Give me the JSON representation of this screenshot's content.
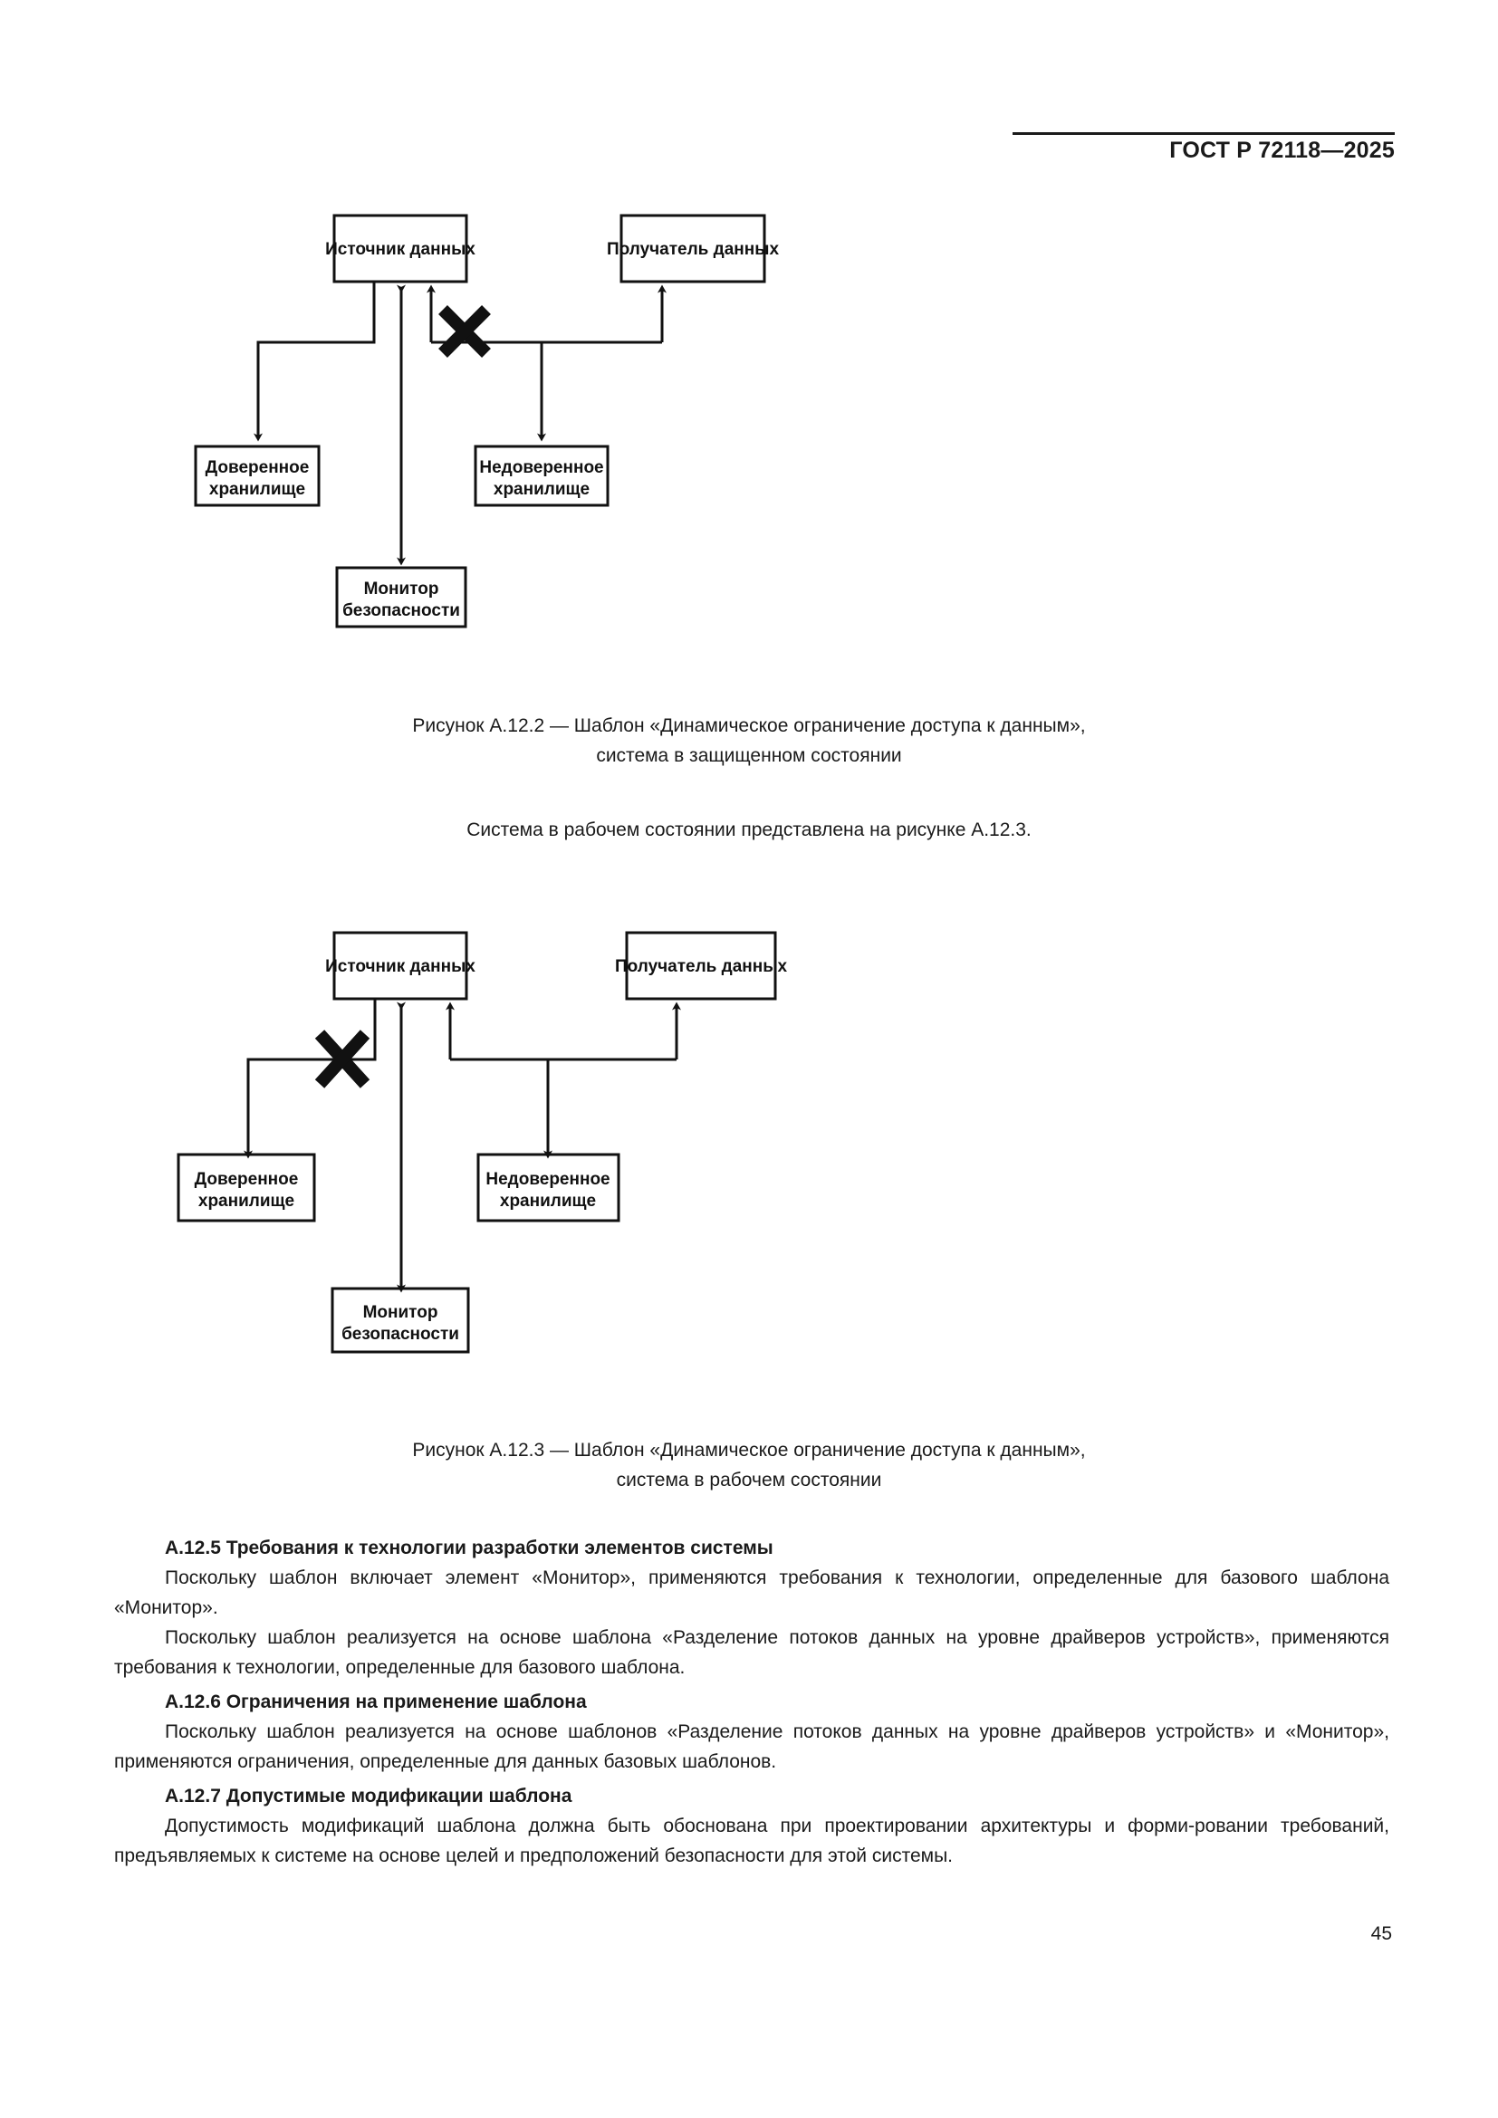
{
  "document": {
    "standard_header": "ГОСТ Р 72118—2025",
    "page_number": "45"
  },
  "figure_1": {
    "id": "A.12.2",
    "caption_line_1": "Рисунок А.12.2 — Шаблон «Динамическое ограничение доступа к данным»,",
    "caption_line_2": "система в защищенном состоянии",
    "nodes": {
      "source": "Источник  данных",
      "receiver": "Получатель данных",
      "trusted_storage_line_1": "Доверенное",
      "trusted_storage_line_2": "хранилище",
      "untrusted_storage_line_1": "Недоверенное",
      "untrusted_storage_line_2": "хранилище",
      "monitor_line_1": "Монитор",
      "monitor_line_2": "безопасности"
    },
    "blocked_edge": "source-from-receiver-right"
  },
  "interstitial_note": "Система в рабочем состоянии представлена на рисунке А.12.3.",
  "figure_2": {
    "id": "A.12.3",
    "caption_line_1": "Рисунок А.12.3 — Шаблон «Динамическое ограничение доступа к данным»,",
    "caption_line_2": "система в рабочем состоянии",
    "nodes": {
      "source": "Источник данных",
      "receiver": "Получатель данных",
      "trusted_storage_line_1": "Доверенное",
      "trusted_storage_line_2": "хранилище",
      "untrusted_storage_line_1": "Недоверенное",
      "untrusted_storage_line_2": "хранилище",
      "monitor_line_1": "Монитор",
      "monitor_line_2": "безопасности"
    },
    "blocked_edge": "source-to-trusted-storage-left"
  },
  "sections": [
    {
      "heading": "А.12.5 Требования к технологии разработки элементов системы",
      "paragraphs": [
        "Поскольку шаблон включает элемент «Монитор», применяются требования к технологии, определенные для базового шаблона «Монитор».",
        "Поскольку шаблон реализуется на основе шаблона «Разделение потоков данных на уровне драйверов устройств», применяются требования к технологии, определенные для базового шаблона."
      ]
    },
    {
      "heading": "А.12.6 Ограничения на применение шаблона",
      "paragraphs": [
        "Поскольку шаблон реализуется на основе шаблонов «Разделение потоков данных на уровне драйверов устройств» и «Монитор», применяются ограничения, определенные для данных базовых шаблонов."
      ]
    },
    {
      "heading": "А.12.7 Допустимые модификации шаблона",
      "paragraphs": [
        "Допустимость модификаций шаблона должна быть обоснована при проектировании архитектуры и форми-ровании требований, предъявляемых к системе на основе целей и предположений безопасности для этой системы."
      ]
    }
  ]
}
